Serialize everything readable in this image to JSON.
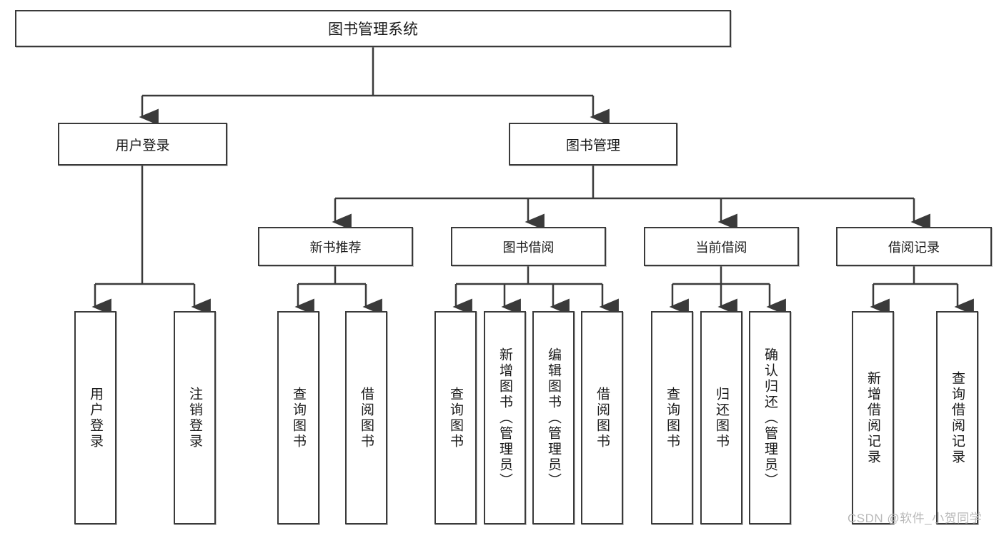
{
  "diagram": {
    "title": "图书管理系统",
    "orientation": "top-down",
    "stroke_color": "#3a3a3a",
    "background_color": "#ffffff"
  },
  "nodes": {
    "root": {
      "label": "图书管理系统"
    },
    "level2": [
      {
        "label": "用户登录"
      },
      {
        "label": "图书管理"
      }
    ],
    "level3": [
      {
        "label": "新书推荐"
      },
      {
        "label": "图书借阅"
      },
      {
        "label": "当前借阅"
      },
      {
        "label": "借阅记录"
      }
    ],
    "leaves": {
      "user_login": [
        {
          "label": "用户登录"
        },
        {
          "label": "注销登录"
        }
      ],
      "new_book_recommend": [
        {
          "label": "查询图书"
        },
        {
          "label": "借阅图书"
        }
      ],
      "book_borrow": [
        {
          "label": "查询图书"
        },
        {
          "label": "新增图书（管理员）"
        },
        {
          "label": "编辑图书（管理员）"
        },
        {
          "label": "借阅图书"
        }
      ],
      "current_borrow": [
        {
          "label": "查询图书"
        },
        {
          "label": "归还图书"
        },
        {
          "label": "确认归还（管理员）"
        }
      ],
      "borrow_records": [
        {
          "label": "新增借阅记录"
        },
        {
          "label": "查询借阅记录"
        }
      ]
    }
  },
  "watermark": {
    "text": "CSDN @软件_小贺同学"
  }
}
